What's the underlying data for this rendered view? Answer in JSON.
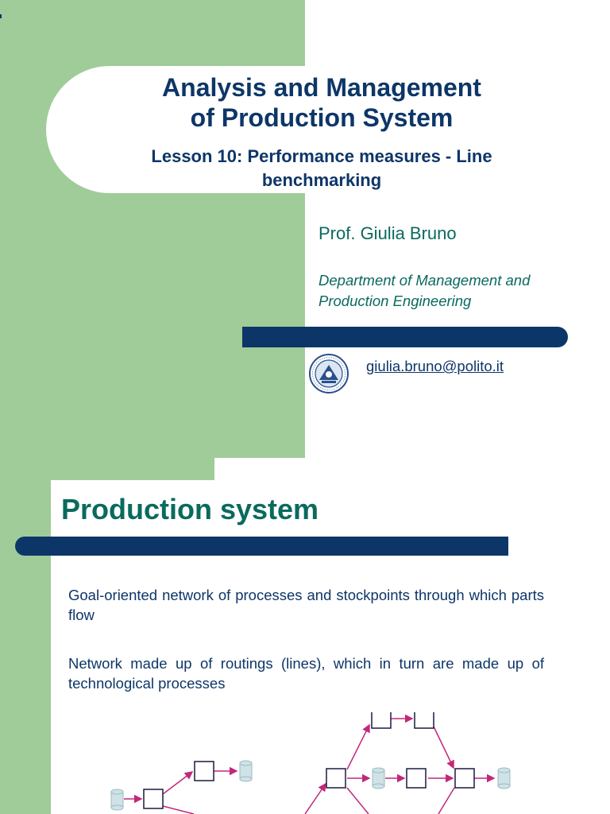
{
  "slide1": {
    "title_line1": "Analysis and Management",
    "title_line2": "of Production System",
    "subtitle_line1": "Lesson 10: Performance measures - Line",
    "subtitle_line2": "benchmarking",
    "author": "Prof. Giulia Bruno",
    "department_line1": "Department of Management and",
    "department_line2": "Production Engineering",
    "email": "giulia.bruno@polito.it",
    "logo_icon": "university-seal-icon"
  },
  "slide2": {
    "heading": "Production system",
    "paragraphs": [
      "Goal-oriented network of processes and stockpoints through which parts flow",
      "Network made up of routings (lines), which in turn are made up of technological processes"
    ],
    "diagram_icons": [
      "stockpoint-cylinder-icon",
      "process-box-icon",
      "flow-arrow-icon"
    ]
  },
  "colors": {
    "green": "#9fcc98",
    "navy": "#0d3668",
    "teal": "#0a6a5e",
    "arrow": "#c2287a",
    "stockpoint": "#cfe2e6"
  }
}
